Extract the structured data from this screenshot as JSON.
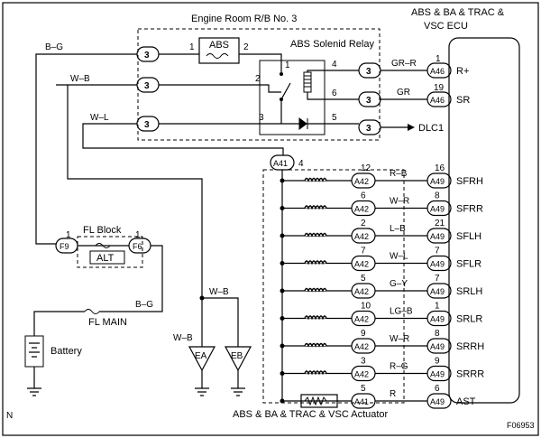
{
  "title_rb": "Engine Room R/B No. 3",
  "title_relay": "ABS Solenid Relay",
  "ecu_label": [
    "ABS & BA & TRAC &",
    "VSC ECU"
  ],
  "actuator_label": "ABS & BA & TRAC & VSC Actuator",
  "fl_block_label": "FL Block",
  "fl_main_label": "FL MAIN",
  "battery_label": "Battery",
  "dlc_label": "DLC1",
  "abs_fuse_label": "ABS",
  "alt_fuse_label": "ALT",
  "corner_n": "N",
  "figure_code": "F06953",
  "rb_connectors": {
    "c1": "3",
    "c2": "3",
    "c3": "3",
    "c4": "3",
    "c5": "3",
    "c6": "3"
  },
  "rb_pins": {
    "abs_left": "1",
    "abs_right": "2",
    "relay_top": "1",
    "relay_left": "2",
    "relay_bottom": "3",
    "relay_4": "4",
    "relay_6": "6",
    "relay_5": "5"
  },
  "left_wires": {
    "bg_top": "B–G",
    "wb_top": "W–B",
    "wl_top": "W–L",
    "wb_mid": "W–B",
    "wb_left": "W–B",
    "bg_bottom": "B–G"
  },
  "fl_block": {
    "f9": "F9",
    "f9_pin": "1",
    "f6": "F6",
    "f6_pin": "1"
  },
  "ground_tags": {
    "ea": "EA",
    "eb": "EB"
  },
  "a41_top": {
    "label": "A41",
    "pin": "4"
  },
  "ecu_top_rows": [
    {
      "wire": "GR–R",
      "conn": "A46",
      "pin": "1",
      "signal": "R+"
    },
    {
      "wire": "GR",
      "conn": "A46",
      "pin": "19",
      "signal": "SR"
    }
  ],
  "actuator_rows": [
    {
      "act_pin": "12",
      "act_conn": "A42",
      "wire": "R–B",
      "ecu_pin": "16",
      "ecu_conn": "A49",
      "signal": "SFRH"
    },
    {
      "act_pin": "6",
      "act_conn": "A42",
      "wire": "W–R",
      "ecu_pin": "8",
      "ecu_conn": "A49",
      "signal": "SFRR"
    },
    {
      "act_pin": "2",
      "act_conn": "A42",
      "wire": "L–B",
      "ecu_pin": "21",
      "ecu_conn": "A49",
      "signal": "SFLH"
    },
    {
      "act_pin": "7",
      "act_conn": "A42",
      "wire": "W–L",
      "ecu_pin": "7",
      "ecu_conn": "A49",
      "signal": "SFLR"
    },
    {
      "act_pin": "5",
      "act_conn": "A42",
      "wire": "G–Y",
      "ecu_pin": "7",
      "ecu_conn": "A49",
      "signal": "SRLH"
    },
    {
      "act_pin": "10",
      "act_conn": "A42",
      "wire": "LG–B",
      "ecu_pin": "1",
      "ecu_conn": "A49",
      "signal": "SRLR"
    },
    {
      "act_pin": "9",
      "act_conn": "A42",
      "wire": "W–R",
      "ecu_pin": "8",
      "ecu_conn": "A49",
      "signal": "SRRH"
    },
    {
      "act_pin": "3",
      "act_conn": "A42",
      "wire": "R–G",
      "ecu_pin": "9",
      "ecu_conn": "A49",
      "signal": "SRRR"
    },
    {
      "act_pin": "5",
      "act_conn": "A41",
      "wire": "R",
      "ecu_pin": "6",
      "ecu_conn": "A49",
      "signal": "AST"
    }
  ]
}
